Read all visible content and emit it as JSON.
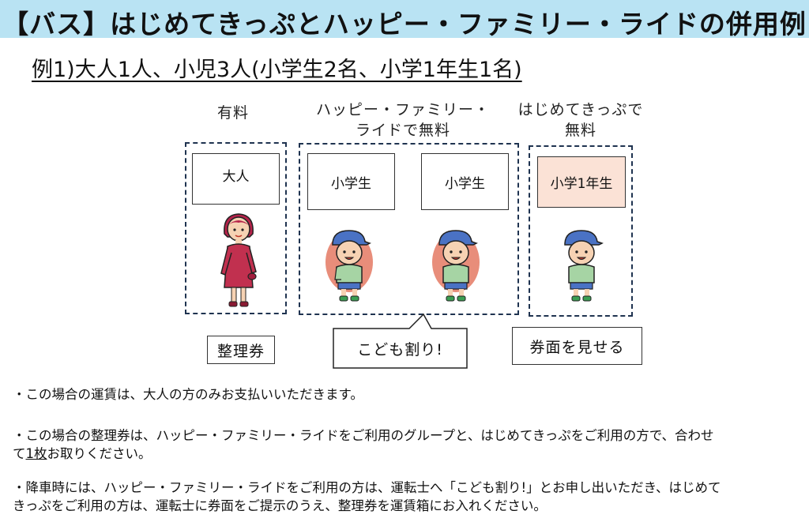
{
  "title": "【バス】はじめてきっぷとハッピー・ファミリー・ライドの併用例",
  "example": "例1)大人1人、小児3人(小学生2名、小学1年生1名)",
  "groups": {
    "paid": {
      "caption": "有料",
      "card": "大人",
      "bottom": "整理券"
    },
    "happy": {
      "caption_line1": "ハッピー・ファミリー・",
      "caption_line2": "ライドで無料",
      "card1": "小学生",
      "card2": "小学生",
      "bottom": "こども割り!"
    },
    "first": {
      "caption_line1": "はじめてきっぷで",
      "caption_line2": "無料",
      "card": "小学1年生",
      "bottom": "券面を見せる"
    }
  },
  "notes": {
    "n1": "・この場合の運賃は、大人の方のみお支払いいただきます。",
    "n2_a": "・この場合の整理券は、ハッピー・ファミリー・ライドをご利用のグループと、はじめてきっぷをご利用の方で、合わせ",
    "n2_b_pre": "て",
    "n2_b_u": "1枚",
    "n2_b_post": "お取りください。",
    "n3_a": "・降車時には、ハッピー・ファミリー・ライドをご利用の方は、運転士へ「こども割り!」とお申し出いただき、はじめて",
    "n3_b": "きっぷをご利用の方は、運転士に券面をご提示のうえ、整理券を運賃箱にお入れください。"
  },
  "colors": {
    "banner": "#b9e3f3",
    "border": "#1f3350",
    "pink_card": "#fbe2d6",
    "halo": "#e88d7a"
  }
}
